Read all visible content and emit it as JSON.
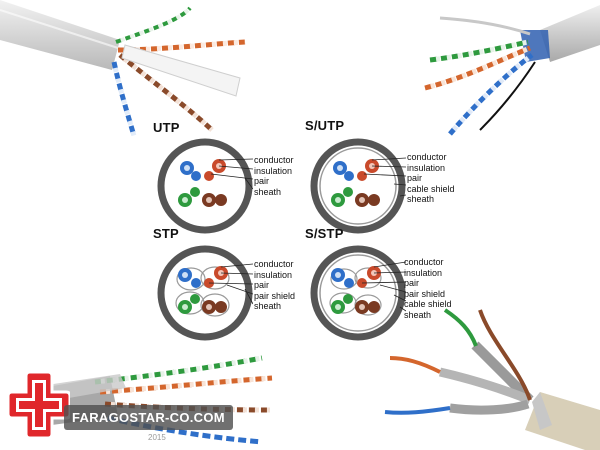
{
  "cables": [
    {
      "type": "UTP",
      "layers": [
        "conductor",
        "insulation",
        "pair",
        "sheath"
      ]
    },
    {
      "type": "S/UTP",
      "layers": [
        "conductor",
        "insulation",
        "pair",
        "cable shield",
        "sheath"
      ]
    },
    {
      "type": "STP",
      "layers": [
        "conductor",
        "insulation",
        "pair",
        "pair shield",
        "sheath"
      ]
    },
    {
      "type": "S/STP",
      "layers": [
        "conductor",
        "insulation",
        "pair",
        "pair shield",
        "cable shield",
        "sheath"
      ]
    }
  ],
  "watermark": {
    "brand": "FARAGOSTAR-CO.COM",
    "year": "2015"
  },
  "colors": {
    "sheath": "#555555",
    "blue": "#2f6fc9",
    "orange": "#c94a2b",
    "green": "#2e9a3e",
    "brown": "#7a3a22",
    "logo_red": "#e0272b"
  },
  "icons": {
    "logo": "red-cross-icon"
  }
}
